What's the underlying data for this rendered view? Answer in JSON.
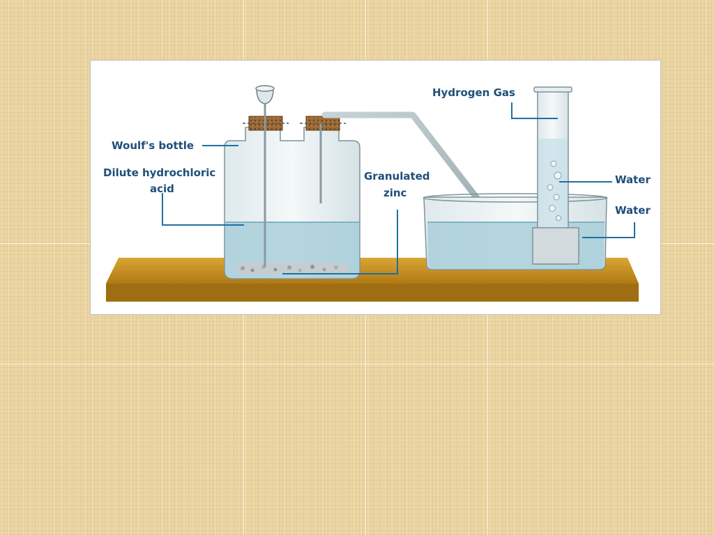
{
  "diagram": {
    "labels": {
      "woulfs_bottle": "Woulf's bottle",
      "dilute_acid_line1": "Dilute hydrochloric",
      "dilute_acid_line2": "acid",
      "granulated_line1": "Granulated",
      "granulated_line2": "zinc",
      "hydrogen_gas": "Hydrogen Gas",
      "water_cylinder": "Water",
      "water_trough": "Water"
    },
    "colors": {
      "background": "#ecd6a3",
      "label_text": "#1f4e79",
      "leader_line": "#1f6fa0",
      "platform": "#c8901a",
      "liquid": "#a9cfd9",
      "cork": "#8a5a2b"
    }
  }
}
